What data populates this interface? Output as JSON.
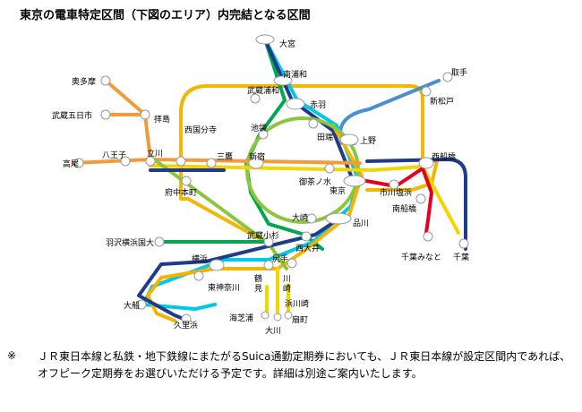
{
  "page": {
    "heading": "東京の電車特定区間（下図のエリア）内完結となる区間",
    "note_mark": "※",
    "note": "ＪＲ東日本線と私鉄・地下鉄線にまたがるSuica通勤定期券においても、ＪＲ東日本線が設定区間内であれば、オフピーク定期券をお選びいただける予定です。詳細は別途ご案内いたします。"
  },
  "colors": {
    "yamanote": "#8cc63f",
    "chuo_rapid": "#f39a3b",
    "chuo_sobu": "#f2d600",
    "keihin_tohoku": "#00c8e8",
    "saikyo": "#00a650",
    "yokosuka_sobu": "#1f3b8a",
    "musashino": "#f2b705",
    "joban": "#4a90d0",
    "keiyo": "#e6001f",
    "nambu": "#f2d600",
    "shonan_shinjuku": "#e06666",
    "tokaido": "#f4b400",
    "station_fill": "#ffffff",
    "station_stroke": "#999999"
  },
  "stations": {
    "omiya": "大宮",
    "minami_urawa": "南浦和",
    "musashi_urawa": "武蔵浦和",
    "akabane": "赤羽",
    "toride": "取手",
    "shin_matsudo": "新松戸",
    "okutama": "奥多摩",
    "musashi_itsukaichi": "武蔵五日市",
    "haijima": "拝島",
    "nishi_kokubunji": "西国分寺",
    "ikebukuro": "池袋",
    "tabata": "田端",
    "ueno": "上野",
    "takao": "高尾",
    "hachioji": "八王子",
    "tachikawa": "立川",
    "mitaka": "三鷹",
    "shinjuku": "新宿",
    "ochanomizu": "御茶ノ水",
    "nishi_funabashi": "西船橋",
    "tokyo": "東京",
    "ichikawa_shiohama": "市川塩浜",
    "minami_funabashi": "南船橋",
    "fuchu_hommachi": "府中本町",
    "osaki": "大崎",
    "shinagawa": "品川",
    "musashi_kosugi": "武蔵小杉",
    "nishi_oi": "西大井",
    "hazawa_yokohama_kokudai": "羽沢横浜国大",
    "chiba_minato": "千葉みなと",
    "chiba": "千葉",
    "yokohama": "横浜",
    "shiriteuchi": "尻手",
    "higashi_kanagawa": "東神奈川",
    "tsurumi": "鶴見",
    "kawasaki": "川崎",
    "hamakawasaki": "浜川崎",
    "ofuna": "大船",
    "kurihama": "久里浜",
    "umi_shibaura": "海芝浦",
    "okawa": "大川",
    "ogimachi": "扇町"
  }
}
